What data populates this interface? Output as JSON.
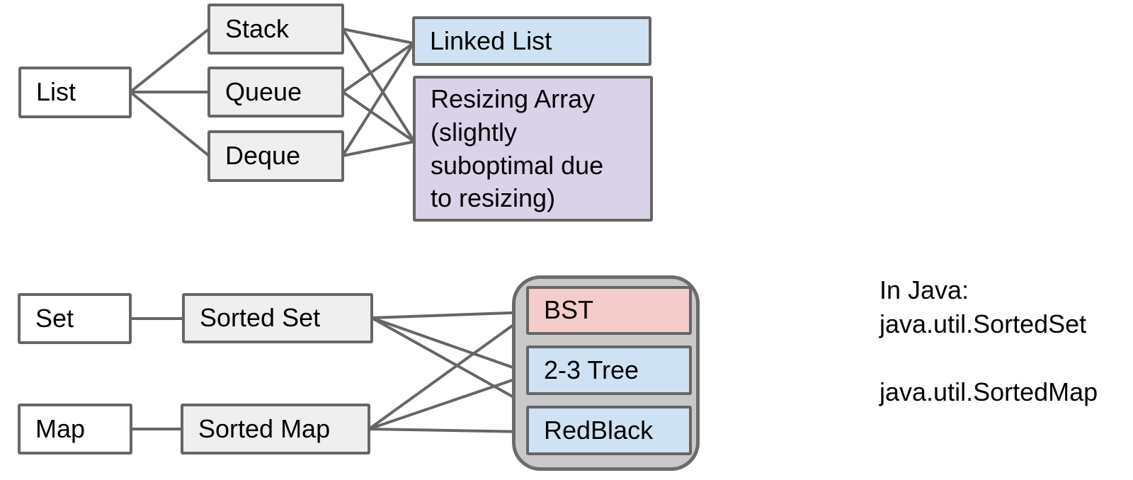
{
  "diagram": {
    "colors": {
      "white": "#ffffff",
      "light_gray": "#efefef",
      "light_blue": "#cfe2f3",
      "light_purple": "#d9d2e9",
      "light_pink": "#f4cccc",
      "cluster_gray": "#c9c9c9",
      "stroke_gray": "#666666"
    },
    "nodes": {
      "list": {
        "label": "List"
      },
      "stack": {
        "label": "Stack"
      },
      "queue": {
        "label": "Queue"
      },
      "deque": {
        "label": "Deque"
      },
      "linked_list": {
        "label": "Linked List"
      },
      "resizing_array": {
        "label": "Resizing Array (slightly suboptimal due to resizing)"
      },
      "set": {
        "label": "Set"
      },
      "sorted_set": {
        "label": "Sorted Set"
      },
      "map": {
        "label": "Map"
      },
      "sorted_map": {
        "label": "Sorted Map"
      },
      "bst": {
        "label": "BST"
      },
      "two_three_tree": {
        "label": "2-3 Tree"
      },
      "red_black": {
        "label": "RedBlack"
      }
    },
    "cluster": {
      "members": [
        "bst",
        "two_three_tree",
        "red_black"
      ]
    },
    "edges": [
      {
        "from": "list",
        "to": "stack"
      },
      {
        "from": "list",
        "to": "queue"
      },
      {
        "from": "list",
        "to": "deque"
      },
      {
        "from": "stack",
        "to": "linked_list"
      },
      {
        "from": "stack",
        "to": "resizing_array"
      },
      {
        "from": "queue",
        "to": "linked_list"
      },
      {
        "from": "queue",
        "to": "resizing_array"
      },
      {
        "from": "deque",
        "to": "linked_list"
      },
      {
        "from": "deque",
        "to": "resizing_array"
      },
      {
        "from": "set",
        "to": "sorted_set"
      },
      {
        "from": "map",
        "to": "sorted_map"
      },
      {
        "from": "sorted_set",
        "to": "bst"
      },
      {
        "from": "sorted_set",
        "to": "two_three_tree"
      },
      {
        "from": "sorted_set",
        "to": "red_black"
      },
      {
        "from": "sorted_map",
        "to": "bst"
      },
      {
        "from": "sorted_map",
        "to": "two_three_tree"
      },
      {
        "from": "sorted_map",
        "to": "red_black"
      }
    ]
  },
  "note": {
    "title": "In Java:",
    "sorted_set_class": "java.util.SortedSet",
    "sorted_map_class": "java.util.SortedMap"
  }
}
